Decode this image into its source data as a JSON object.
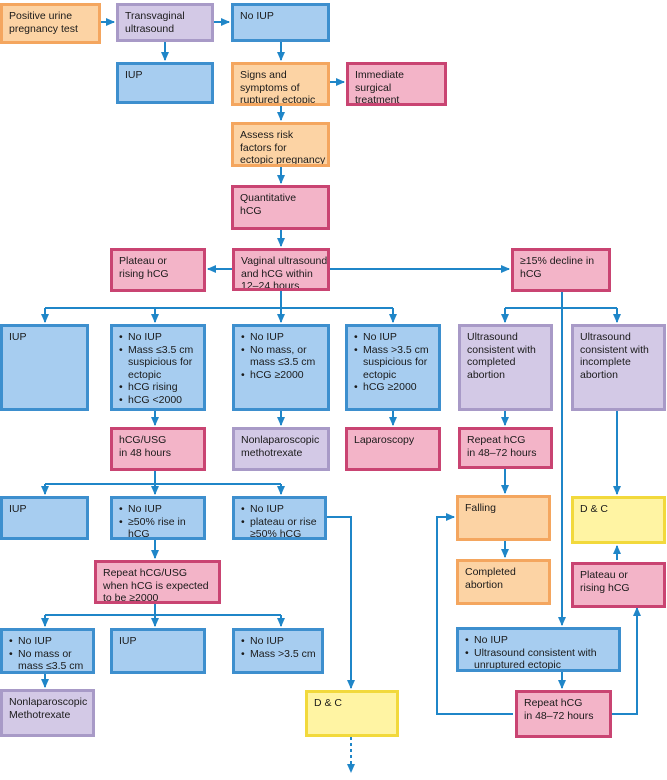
{
  "colors": {
    "orange_fill": "#fcd3a4",
    "orange_border": "#f4a65f",
    "lavender_fill": "#d3c9e6",
    "lavender_border": "#a89ac7",
    "blue_fill": "#a7cdf0",
    "blue_border": "#3d8fce",
    "pink_fill": "#f3b4c8",
    "pink_border": "#c94472",
    "yellow_fill": "#fff4a3",
    "yellow_border": "#f2d93c",
    "connector": "#1f86c8"
  },
  "nodes": {
    "pos_urine": [
      "Positive urine",
      "pregnancy test"
    ],
    "tv_us": [
      "Transvaginal",
      "ultrasound"
    ],
    "no_iup_top": [
      "No IUP"
    ],
    "iup_top": [
      "IUP"
    ],
    "signs": [
      "Signs and",
      "symptoms of",
      "ruptured ectopic"
    ],
    "immediate": [
      "Immediate",
      "surgical",
      "treatment"
    ],
    "assess": [
      "Assess risk",
      "factors for",
      "ectopic pregnancy"
    ],
    "quant": [
      "Quantitative",
      "hCG"
    ],
    "plateau1": [
      "Plateau or",
      "rising hCG"
    ],
    "vaginal": [
      "Vaginal ultrasound",
      "and hCG within",
      "12–24 hours"
    ],
    "decline": [
      "≥15% decline in",
      "hCG"
    ],
    "iup2": [
      "IUP"
    ],
    "b_mass35": [
      "No IUP",
      "Mass ≤3.5 cm suspicious for ectopic",
      "hCG rising",
      "hCG <2000"
    ],
    "b_nomass": [
      "No IUP",
      "No mass, or mass ≤3.5 cm",
      "hCG ≥2000"
    ],
    "b_massgt": [
      "No IUP",
      "Mass >3.5 cm suspicious for ectopic",
      "hCG ≥2000"
    ],
    "us_complete": [
      "Ultrasound",
      "consistent with",
      "completed",
      "abortion"
    ],
    "us_incomplete": [
      "Ultrasound",
      "consistent with",
      "incomplete",
      "abortion"
    ],
    "hcg_usg48": [
      "hCG/USG",
      "in 48 hours"
    ],
    "nonlap1": [
      "Nonlaparoscopic",
      "methotrexate"
    ],
    "laparoscopy": [
      "Laparoscopy"
    ],
    "repeat_hcg1": [
      "Repeat hCG",
      "in 48–72 hours"
    ],
    "iup3": [
      "IUP"
    ],
    "b_50rise": [
      "No IUP",
      "≥50% rise in hCG"
    ],
    "b_plateau50": [
      "No IUP",
      "plateau or rise ≥50% hCG"
    ],
    "falling": [
      "Falling"
    ],
    "dc1": [
      "D & C"
    ],
    "repeat_usg": [
      "Repeat hCG/USG",
      "when hCG is expected",
      "to be ≥2000"
    ],
    "completed_abortion": [
      "Completed",
      "abortion"
    ],
    "plateau2": [
      "Plateau or",
      "rising hCG"
    ],
    "b_nomass2": [
      "No IUP",
      "No mass or mass ≤3.5 cm"
    ],
    "iup4": [
      "IUP"
    ],
    "b_massgt2": [
      "No IUP",
      "Mass >3.5 cm"
    ],
    "b_unruptured": [
      "No IUP",
      "Ultrasound consistent with unruptured ectopic pregnancy"
    ],
    "nonlap2": [
      "Nonlaparoscopic",
      "Methotrexate"
    ],
    "dc2": [
      "D & C"
    ],
    "repeat_hcg2": [
      "Repeat hCG",
      "in 48–72 hours"
    ]
  }
}
